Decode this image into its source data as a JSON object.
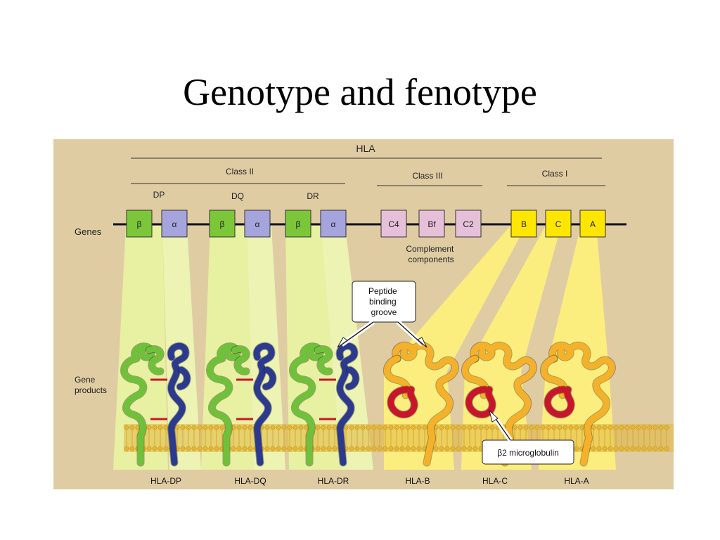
{
  "slide": {
    "title": "Genotype and fenotype"
  },
  "figure": {
    "hla_label": "HLA",
    "class_labels": [
      "Class II",
      "Class III",
      "Class I"
    ],
    "subregion_labels": [
      "DP",
      "DQ",
      "DR"
    ],
    "row_labels": {
      "genes": "Genes",
      "gene_products": "Gene products"
    },
    "class_ii_genes": [
      "β",
      "α",
      "β",
      "α",
      "β",
      "α"
    ],
    "class_iii_genes": [
      "C4",
      "Bf",
      "C2"
    ],
    "class_i_genes": [
      "B",
      "C",
      "A"
    ],
    "complement_caption": "Complement components",
    "callouts": {
      "peptide_groove": "Peptide binding groove",
      "b2m": "β2 microglobulin"
    },
    "products": [
      "HLA-DP",
      "HLA-DQ",
      "HLA-DR",
      "HLA-B",
      "HLA-C",
      "HLA-A"
    ],
    "colors": {
      "background": "#d9c49c",
      "green_gene": "#7cc63a",
      "purple_gene": "#a6a4dc",
      "pink_gene": "#e6c0d8",
      "yellow_gene": "#ffe600",
      "green_beam": "#e9f5a2",
      "yellow_beam": "#fff27a",
      "green_chain": "#6fc13a",
      "blue_chain": "#2b3a8f",
      "orange_chain": "#f6b12a",
      "red_chain": "#c8152d",
      "membrane": "#e2b63a"
    }
  }
}
